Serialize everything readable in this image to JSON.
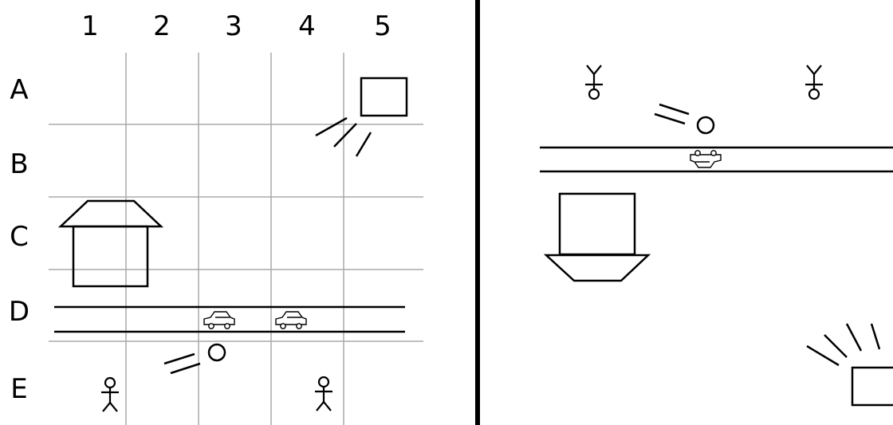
{
  "grid": {
    "column_labels": [
      "1",
      "2",
      "3",
      "4",
      "5"
    ],
    "row_labels": [
      "A",
      "B",
      "C",
      "D",
      "E"
    ]
  },
  "colors": {
    "ink": "#000000",
    "grid_line": "#aaaaaa",
    "background": "#ffffff"
  },
  "icons": [
    "house-icon",
    "road-icon",
    "car-icon",
    "ball-icon",
    "person-icon",
    "lamp-icon",
    "divider-line"
  ]
}
